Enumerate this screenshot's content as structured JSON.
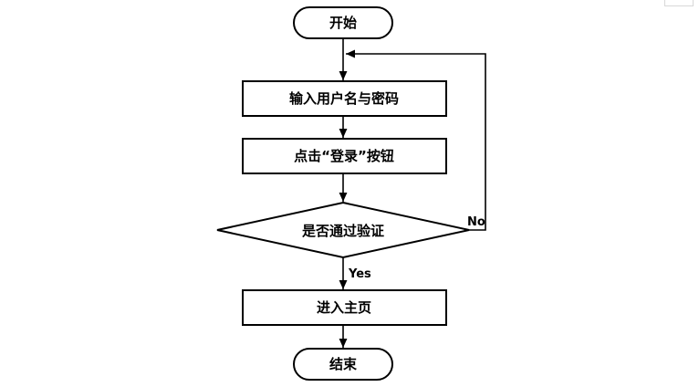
{
  "flowchart": {
    "start": "开始",
    "input_credentials": "输入用户名与密码",
    "click_login": "点击“登录”按钮",
    "decision": "是否通过验证",
    "yes_label": "Yes",
    "no_label": "No",
    "enter_home": "进入主页",
    "end": "结束"
  }
}
